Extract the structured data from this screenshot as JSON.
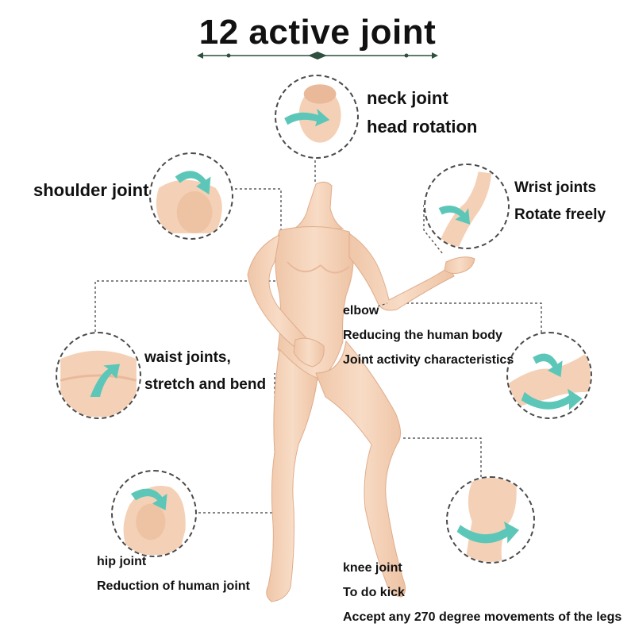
{
  "title": "12 active joint",
  "joints": {
    "neck": {
      "line1": "neck joint",
      "line2": "head rotation"
    },
    "shoulder": {
      "line1": "shoulder joint"
    },
    "wrist": {
      "line1": "Wrist joints",
      "line2": "Rotate freely"
    },
    "elbow": {
      "line1": "elbow",
      "line2": "Reducing the human body",
      "line3": "Joint activity characteristics"
    },
    "waist": {
      "line1": "waist joints,",
      "line2": "stretch and bend"
    },
    "hip": {
      "line1": "hip joint",
      "line2": "Reduction of human joint"
    },
    "knee": {
      "line1": "knee joint",
      "line2": "To do kick",
      "line3": "Accept any 270 degree movements of the legs"
    }
  },
  "colors": {
    "skin": "#f6d6bd",
    "skin_shade": "#e9b99a",
    "arrow": "#5cc7b8",
    "connector": "#3a3a3a"
  },
  "icons": [
    "rotation-arrow-icon",
    "title-ornament-icon"
  ]
}
